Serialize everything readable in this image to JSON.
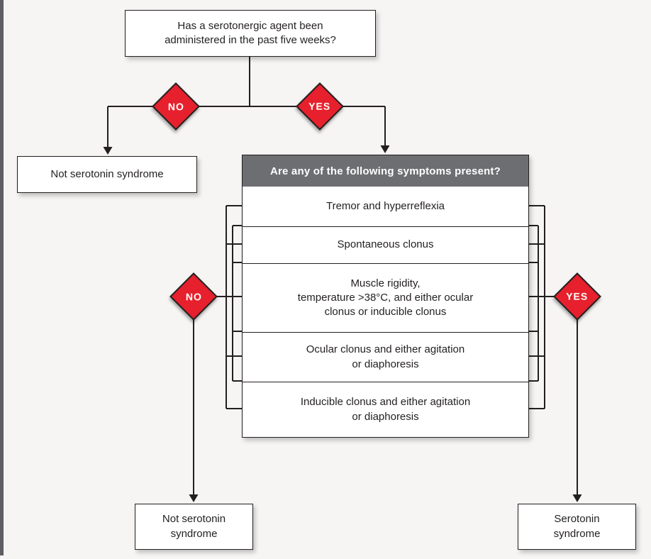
{
  "figure": {
    "question": "Has a serotonergic agent been\nadministered in the past five weeks?",
    "decisions": {
      "top_no": "NO",
      "top_yes": "YES",
      "symptoms_no": "NO",
      "symptoms_yes": "YES"
    },
    "outcome_top_left": "Not serotonin syndrome",
    "symptoms_panel": {
      "header": "Are any of the following symptoms present?",
      "rows": [
        "Tremor and hyperreflexia",
        "Spontaneous clonus",
        "Muscle rigidity,\ntemperature >38°C, and either ocular\nclonus or inducible clonus",
        "Ocular clonus and either agitation\nor diaphoresis",
        "Inducible clonus and either agitation\nor diaphoresis"
      ]
    },
    "outcome_bottom_left": "Not serotonin\nsyndrome",
    "outcome_bottom_right": "Serotonin\nsyndrome"
  },
  "colors": {
    "background": "#f6f5f4",
    "box_fill": "#ffffff",
    "line": "#231f20",
    "diamond_red": "#e6202c",
    "header_gray": "#6d6e71",
    "edge_bar": "#5d5f63"
  }
}
